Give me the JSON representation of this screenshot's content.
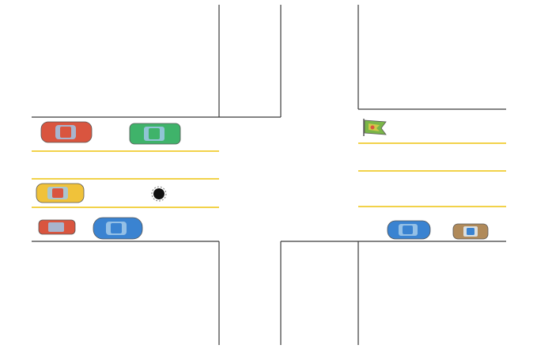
{
  "scene": {
    "type": "intersection",
    "colors": {
      "background": "#ffffff",
      "road_edge": "#3a3a3a",
      "lane_marking": "#f2d24a"
    },
    "left_road": {
      "lane_markings": 3,
      "vehicles": [
        {
          "id": "car-red-1",
          "color": "#d9553f",
          "lane": 1,
          "direction": "east"
        },
        {
          "id": "car-green",
          "color": "#3fb36a",
          "lane": 1,
          "direction": "east"
        },
        {
          "id": "car-yellow",
          "color": "#f0c23a",
          "lane": 3,
          "direction": "west"
        },
        {
          "id": "car-red-2",
          "color": "#d9553f",
          "lane": 4,
          "direction": "west"
        },
        {
          "id": "car-blue-1",
          "color": "#3a83d1",
          "lane": 4,
          "direction": "west"
        }
      ],
      "obstacles": [
        {
          "id": "pothole",
          "icon": "pothole-icon",
          "color": "#111111"
        }
      ]
    },
    "right_road": {
      "lane_markings": 3,
      "signs": [
        {
          "id": "warning-flag",
          "icon": "flag-icon",
          "color": "#7ab648"
        }
      ],
      "vehicles": [
        {
          "id": "car-blue-2",
          "color": "#3a83d1",
          "lane": 4,
          "direction": "west"
        },
        {
          "id": "car-tan",
          "color": "#b08a5a",
          "lane": 4,
          "direction": "west"
        }
      ]
    }
  }
}
